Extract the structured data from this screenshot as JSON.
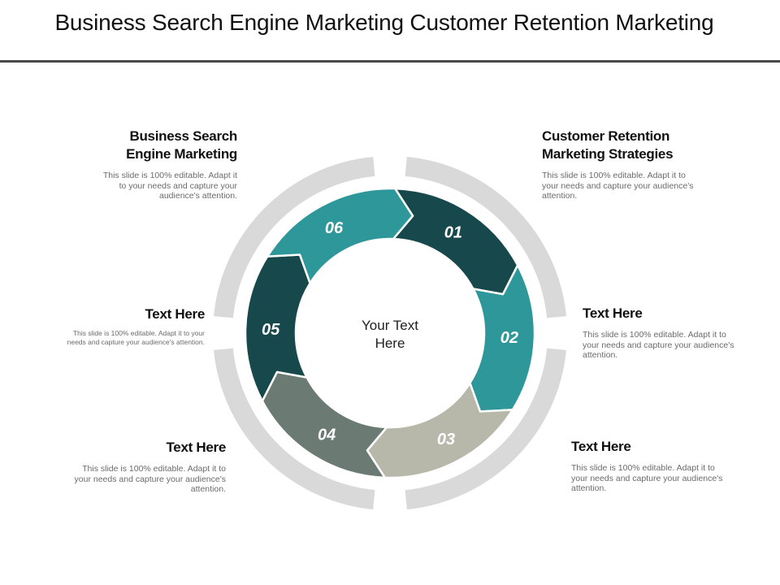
{
  "title": "Business Search Engine Marketing Customer Retention Marketing",
  "center_text": [
    "Your Text",
    "Here"
  ],
  "colors": {
    "ring_gray": "#d9d9d9",
    "seg_01": "#16484c",
    "seg_02": "#2e9799",
    "seg_03": "#b8b8aa",
    "seg_04": "#6b7b74",
    "seg_05": "#16484c",
    "seg_06": "#2e9799"
  },
  "segments": [
    {
      "number": "01"
    },
    {
      "number": "02"
    },
    {
      "number": "03"
    },
    {
      "number": "04"
    },
    {
      "number": "05"
    },
    {
      "number": "06"
    }
  ],
  "blocks": {
    "top_left": {
      "heading": [
        "Business Search",
        "Engine Marketing"
      ],
      "body": [
        "This slide is 100% editable. Adapt it",
        "to your needs and capture your",
        "audience's attention."
      ]
    },
    "top_right": {
      "heading": [
        "Customer Retention",
        "Marketing Strategies"
      ],
      "body": [
        "This slide is 100% editable. Adapt it to",
        "your needs and capture your audience's",
        "attention."
      ]
    },
    "mid_left": {
      "heading": [
        "Text Here"
      ],
      "body": [
        "This slide is 100% editable. Adapt it to your",
        "needs and capture your audience's attention."
      ]
    },
    "mid_right": {
      "heading": [
        "Text Here"
      ],
      "body": [
        "This slide is 100% editable. Adapt it to",
        "your needs and capture your audience's",
        "attention."
      ]
    },
    "bottom_left": {
      "heading": [
        "Text Here"
      ],
      "body": [
        "This slide is 100% editable. Adapt it to",
        "your needs and capture your audience's",
        "attention."
      ]
    },
    "bottom_right": {
      "heading": [
        "Text Here"
      ],
      "body": [
        "This slide is 100% editable. Adapt it to",
        "your needs and capture your audience's",
        "attention."
      ]
    }
  }
}
